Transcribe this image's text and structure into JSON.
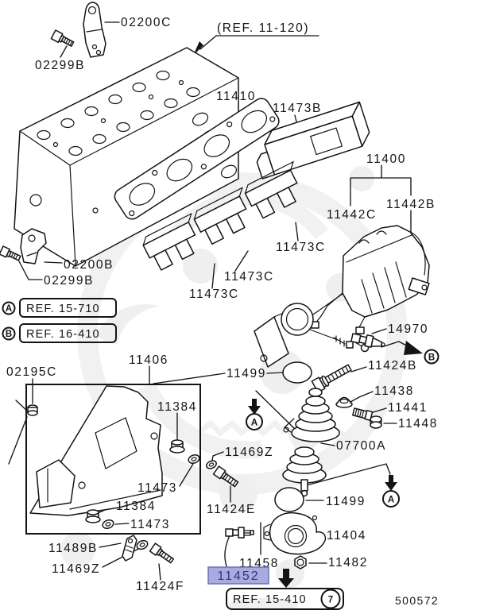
{
  "colors": {
    "line": "#141414",
    "highlight_bg": "#a9abdd",
    "highlight_border": "#6b6fc0",
    "highlight_text": "#2f338f",
    "watermark": "#e3e3e3"
  },
  "labels": {
    "p02200C": "02200C",
    "p02299B_top": "02299B",
    "ref_11_120": "(REF. 11-120)",
    "p11410": "11410",
    "p11473B": "11473B",
    "p11400": "11400",
    "p11442C": "11442C",
    "p11442B": "11442B",
    "p11473C_right": "11473C",
    "p11473C_mid": "11473C",
    "p11473C_left": "11473C",
    "p02200B": "02200B",
    "p02299B_mid": "02299B",
    "refA_letter": "A",
    "refA_text": "REF. 15-710",
    "refB_letter": "B",
    "refB_text": "REF. 16-410",
    "p14970": "14970",
    "calloutB_letter": "B",
    "p11424B": "11424B",
    "p11438": "11438",
    "p11441": "11441",
    "p11448": "11448",
    "p02195C": "02195C",
    "p11406": "11406",
    "p11499_upper": "11499",
    "calloutA1_letter": "A",
    "p11384_upper": "11384",
    "p07700A": "07700A",
    "p11469Z_mid": "11469Z",
    "p11473_upper": "11473",
    "p11384_lower": "11384",
    "p11473_lower": "11473",
    "p11424E": "11424E",
    "p11499_lower": "11499",
    "calloutA2_letter": "A",
    "p11404": "11404",
    "p11489B": "11489B",
    "p11469Z_bottom": "11469Z",
    "p11424F": "11424F",
    "p11458": "11458",
    "p11452": "11452",
    "p11482": "11482",
    "ref_15_410_text": "REF. 15-410",
    "ref_15_410_num": "7",
    "catalog_number": "500572"
  }
}
